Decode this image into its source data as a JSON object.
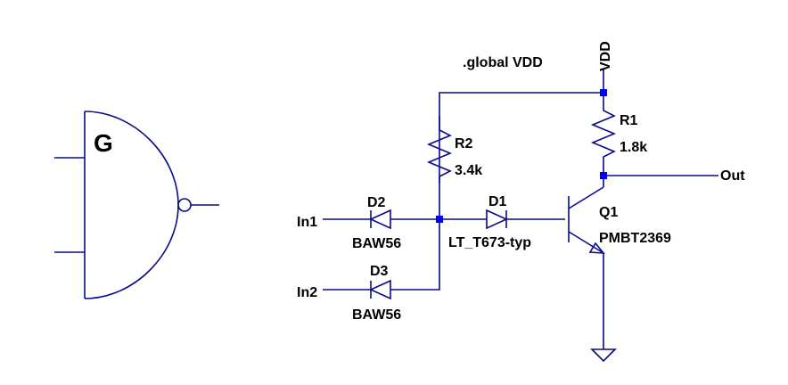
{
  "gate_symbol": {
    "label": "G"
  },
  "directive": ".global VDD",
  "nets": {
    "vdd": "VDD",
    "out": "Out",
    "in1": "In1",
    "in2": "In2"
  },
  "components": {
    "r1": {
      "ref": "R1",
      "value": "1.8k"
    },
    "r2": {
      "ref": "R2",
      "value": "3.4k"
    },
    "d1": {
      "ref": "D1",
      "value": "LT_T673-typ"
    },
    "d2": {
      "ref": "D2",
      "value": "BAW56"
    },
    "d3": {
      "ref": "D3",
      "value": "BAW56"
    },
    "q1": {
      "ref": "Q1",
      "value": "PMBT2369"
    }
  },
  "colors": {
    "wire": "#0a0a8c",
    "junction": "#0000ff",
    "text": "#000000",
    "background": "#ffffff"
  }
}
